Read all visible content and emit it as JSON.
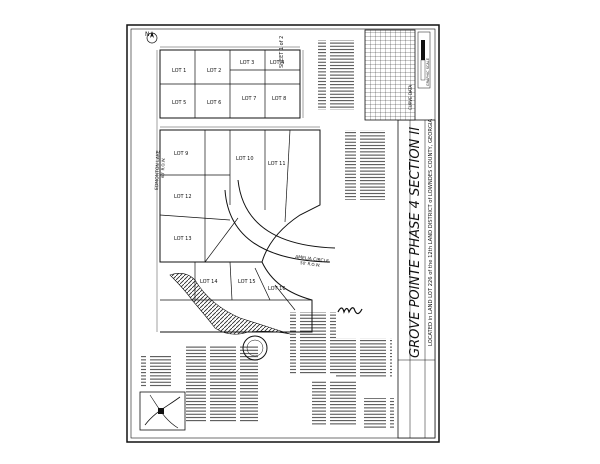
{
  "document": {
    "title_block": {
      "title": "GROVE POINTE PHASE 4 SECTION II",
      "location": "LOCATED in LAND LOT 226 of the 12th LAND DISTRICT of LOWNDES COUNTY, GEORGIA"
    },
    "sheet_label": "SHEET 1 of 2",
    "north_arrow_label": "N",
    "roads": {
      "curved_road": "AMELIA CIRCLE",
      "curved_road_row": "50' R.O.W.",
      "lake_side_road": "EDMONTON LAKE",
      "lake_side_row": "60' R.O.W."
    },
    "lots": [
      "LOT 1",
      "LOT 2",
      "LOT 3",
      "LOT 4",
      "LOT 5",
      "LOT 6",
      "LOT 7",
      "LOT 8",
      "LOT 9",
      "LOT 10",
      "LOT 11",
      "LOT 12",
      "LOT 13",
      "LOT 14",
      "LOT 15",
      "LOT 16"
    ],
    "scale_label": "GRAPHIC SCALE",
    "tables": {
      "curve_table_title": "CURVE DATA"
    }
  }
}
